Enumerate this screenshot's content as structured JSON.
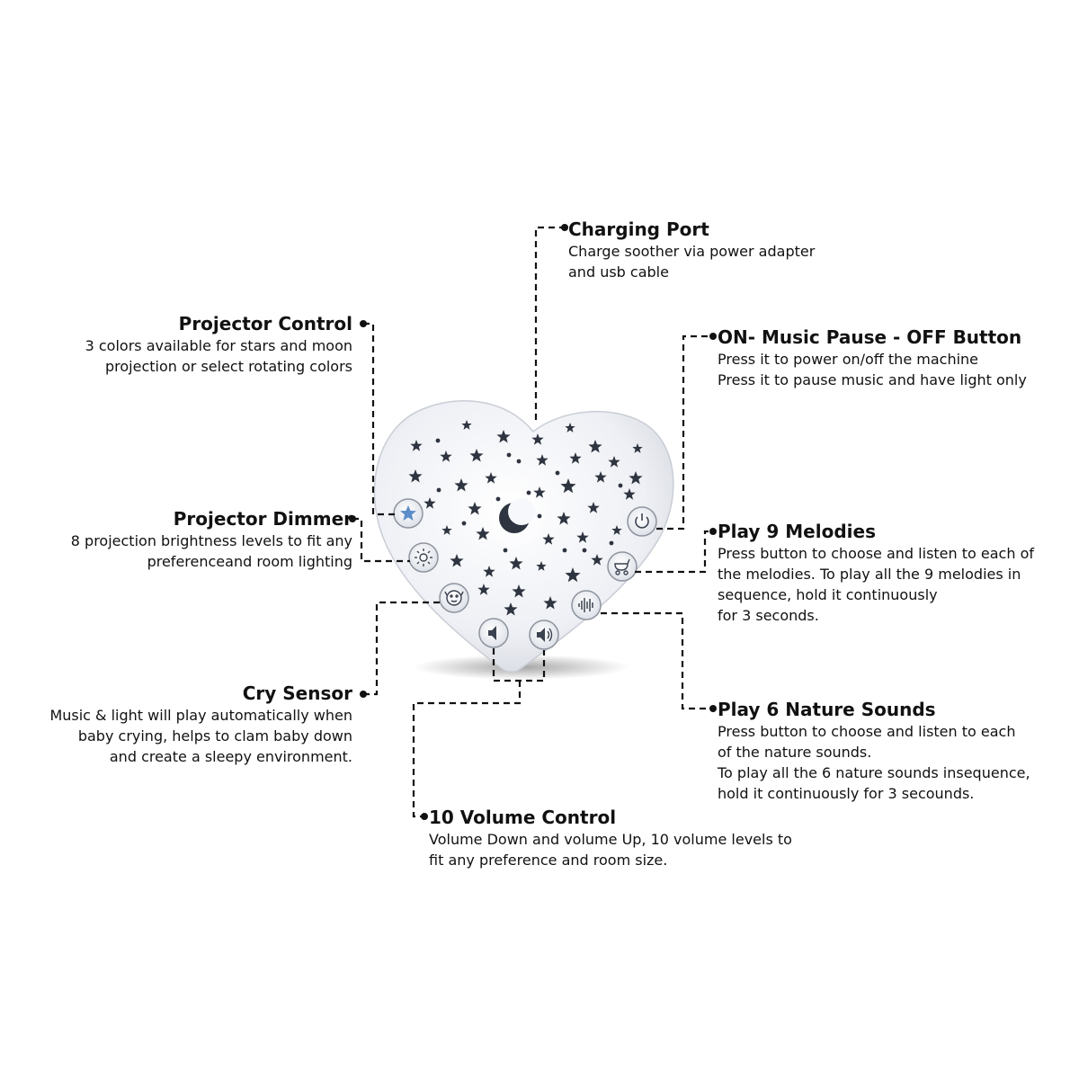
{
  "device": {
    "icons": {
      "projector": "star-icon",
      "dimmer": "sun-icon",
      "cry_sensor": "baby-face-icon",
      "volume_down": "speaker-low-icon",
      "volume_up": "speaker-high-icon",
      "nature_sounds": "sound-wave-icon",
      "melodies": "stroller-icon",
      "power": "power-icon",
      "center": "moon-icon"
    },
    "colors": {
      "body": "#eef0f5",
      "stars": "#2e3440",
      "leader": "#111111"
    }
  },
  "callouts": {
    "charging_port": {
      "title": "Charging Port",
      "lines": [
        "Charge soother via power adapter",
        "and usb cable"
      ]
    },
    "projector_control": {
      "title": "Projector Control",
      "lines": [
        "3 colors available for stars and moon",
        "projection or select rotating colors"
      ]
    },
    "power_button": {
      "title": "ON- Music Pause - OFF Button",
      "lines": [
        "Press it to power on/off the machine",
        "Press it to pause music and have light only"
      ]
    },
    "projector_dimmer": {
      "title": "Projector Dimmer",
      "lines": [
        "8 projection brightness levels to fit any",
        "preferenceand room lighting"
      ]
    },
    "melodies": {
      "title": "Play 9 Melodies",
      "lines": [
        "Press button to choose and listen to each of",
        "the melodies. To play all the 9 melodies in",
        "sequence, hold it continuously",
        "for 3 seconds."
      ]
    },
    "cry_sensor": {
      "title": "Cry Sensor",
      "lines": [
        "Music & light will play automatically when",
        "baby crying, helps to clam baby down",
        "and create a sleepy environment."
      ]
    },
    "nature_sounds": {
      "title": "Play 6 Nature Sounds",
      "lines": [
        "Press button to choose and listen to each",
        "of the nature sounds.",
        "To play all the 6 nature sounds insequence,",
        "hold it continuously for 3 secounds."
      ]
    },
    "volume": {
      "title": "10 Volume Control",
      "lines": [
        "Volume Down and volume Up, 10 volume levels to",
        "fit any preference and room size."
      ]
    }
  }
}
